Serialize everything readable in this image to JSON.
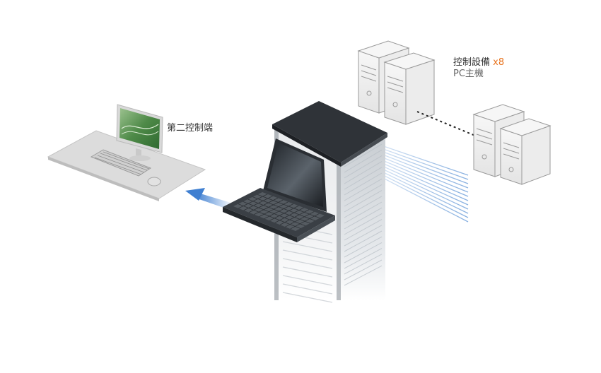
{
  "labels": {
    "second_console": "第二控制端",
    "control_devices": "控制設備",
    "quantity": "x8",
    "pc_host": "PC主機"
  },
  "colors": {
    "arrow": "#3f7fd1",
    "cable_lines": "#7aa7dd",
    "quantity_accent": "#e8731e",
    "rack_dark": "#2f3338",
    "monitor_screen": "#4f8a4a"
  }
}
